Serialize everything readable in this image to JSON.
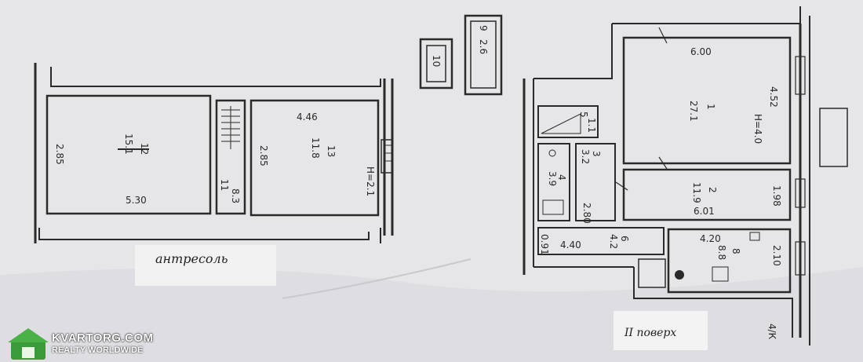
{
  "mezzanine": {
    "caption": "антресоль",
    "room_12": {
      "number": "12",
      "area": "15.1",
      "length": "5.30",
      "width": "2.85"
    },
    "room_11": {
      "number": "11",
      "area": "8.3"
    },
    "room_13": {
      "number": "13",
      "area": "11.8",
      "length": "4.46",
      "width": "2.85",
      "height": "H=2.1"
    }
  },
  "second_floor": {
    "caption": "II поверх",
    "storage_10": {
      "number": "10"
    },
    "storage_9": {
      "number": "9",
      "area": "2.6"
    },
    "room_1": {
      "number": "1",
      "area": "27.1",
      "length": "6.00",
      "width": "4.52",
      "height": "H=4.0"
    },
    "room_2": {
      "number": "2",
      "area": "11.9",
      "length": "6.01",
      "width": "1.98"
    },
    "room_3": {
      "number": "3",
      "area": "3.2"
    },
    "room_5": {
      "number": "5",
      "area": "1.1"
    },
    "room_4": {
      "number": "4",
      "area": "3.9",
      "width": "2.80"
    },
    "room_6": {
      "number": "6",
      "area": "4.2",
      "length": "4.40",
      "width": "0.91"
    },
    "room_8": {
      "number": "8",
      "area": "8.8",
      "length": "4.20",
      "width": "2.10"
    },
    "axis_mark": "4/К"
  },
  "watermark": {
    "brand": "KVARTORG.COM",
    "tagline": "REALTY WORLDWIDE"
  }
}
